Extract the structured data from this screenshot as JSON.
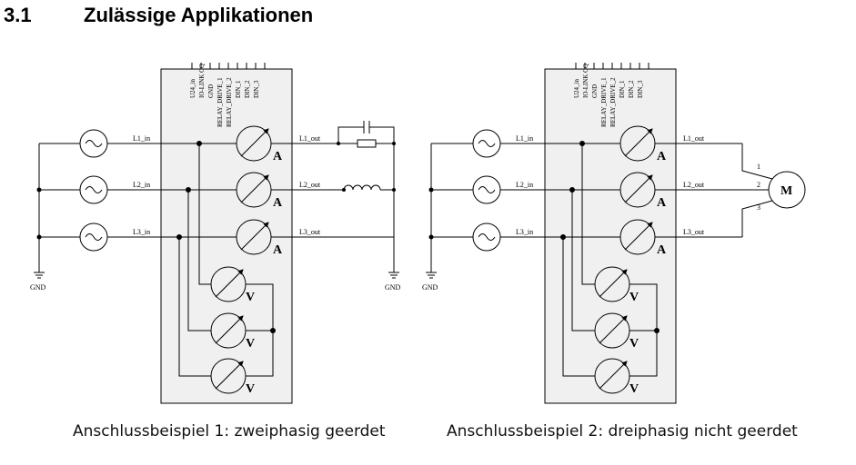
{
  "section": {
    "number": "3.1",
    "title": "Zulässige Applikationen"
  },
  "diagrams": [
    {
      "caption": "Anschlussbeispiel 1: zweiphasig geerdet",
      "pins": [
        "U24_in",
        "IO-LINK CQ",
        "GND",
        "RELAY_DRIVE_1",
        "RELAY_DRIVE_2",
        "DIN_1",
        "DIN_2",
        "DIN_3"
      ],
      "inputs": [
        "L1_in",
        "L2_in",
        "L3_in"
      ],
      "outputs": [
        "L1_out",
        "L2_out",
        "L3_out"
      ],
      "ammeter_unit": "A",
      "voltmeter_unit": "V",
      "gnd_left": "GND",
      "gnd_right": "GND"
    },
    {
      "caption": "Anschlussbeispiel 2: dreiphasig nicht geerdet",
      "pins": [
        "U24_in",
        "IO-LINK CQ",
        "GND",
        "RELAY_DRIVE_1",
        "RELAY_DRIVE_2",
        "DIN_1",
        "DIN_2",
        "DIN_3"
      ],
      "inputs": [
        "L1_in",
        "L2_in",
        "L3_in"
      ],
      "outputs": [
        "L1_out",
        "L2_out",
        "L3_out"
      ],
      "ammeter_unit": "A",
      "voltmeter_unit": "V",
      "gnd_left": "GND",
      "motor_label": "M",
      "motor_terminals": [
        "1",
        "2",
        "3"
      ]
    }
  ]
}
